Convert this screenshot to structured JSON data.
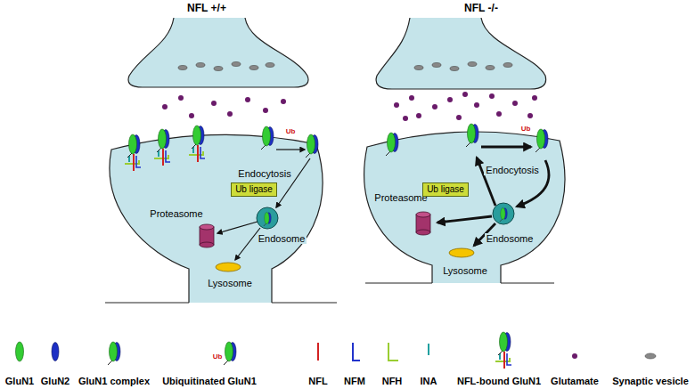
{
  "diagram": {
    "nodes": [
      {
        "text": [
          "Ub ligase"
        ]
      },
      {
        "text": [
          "Ub ligase"
        ]
      }
    ],
    "labels": [
      "NFL +/+",
      "NFL -/-",
      "Endocytosis",
      "Proteasome",
      "Endosome",
      "Lysosome",
      "Ub",
      "Endocytosis",
      "Proteasome",
      "Endosome",
      "Lysosome",
      "Ub",
      "Ub"
    ],
    "legend": [
      {
        "text": "GluN1"
      },
      {
        "text": "GluN2"
      },
      {
        "text": "GluN1 complex"
      },
      {
        "text": "Ubiquitinated GluN1"
      },
      {
        "text": "NFL"
      },
      {
        "text": "NFM"
      },
      {
        "text": "NFH"
      },
      {
        "text": "INA"
      },
      {
        "text": "NFL-bound GluN1"
      },
      {
        "text": "Glutamate"
      },
      {
        "text": "Synaptic vesicle"
      }
    ]
  }
}
